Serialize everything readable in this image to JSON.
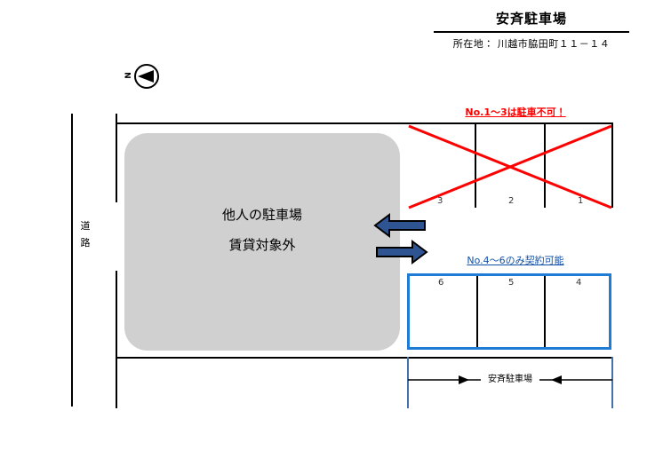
{
  "header": {
    "title": "安斉駐車場",
    "address_label": "所在地：",
    "address_value": "川越市脇田町１１－１４"
  },
  "compass": {
    "label": "N",
    "icon": "compass-north-icon"
  },
  "road": {
    "label_chars": [
      "道",
      "路"
    ],
    "label": "道路"
  },
  "neighbour_lot": {
    "line1": "他人の駐車場",
    "line2": "賃貸対象外",
    "fill_color": "#d0d0d0"
  },
  "notices": {
    "no_parking": {
      "text": "No.1〜3は駐車不可！",
      "color": "#ff0000"
    },
    "contract_available": {
      "text": "No.4〜6のみ契約可能",
      "color": "#0f4fa8"
    }
  },
  "stalls_top": {
    "numbers": [
      "3",
      "2",
      "1"
    ],
    "crossed_out": true,
    "cross_color": "#ff0000"
  },
  "stalls_bottom": {
    "numbers": [
      "6",
      "5",
      "4"
    ],
    "border_color": "#1f7cd6"
  },
  "arrows": {
    "left_arrow": "arrow-left",
    "right_arrow": "arrow-right",
    "fill_color": "#2e5592"
  },
  "dimension": {
    "label": "安斉駐車場",
    "line_color": "#4472a8"
  }
}
